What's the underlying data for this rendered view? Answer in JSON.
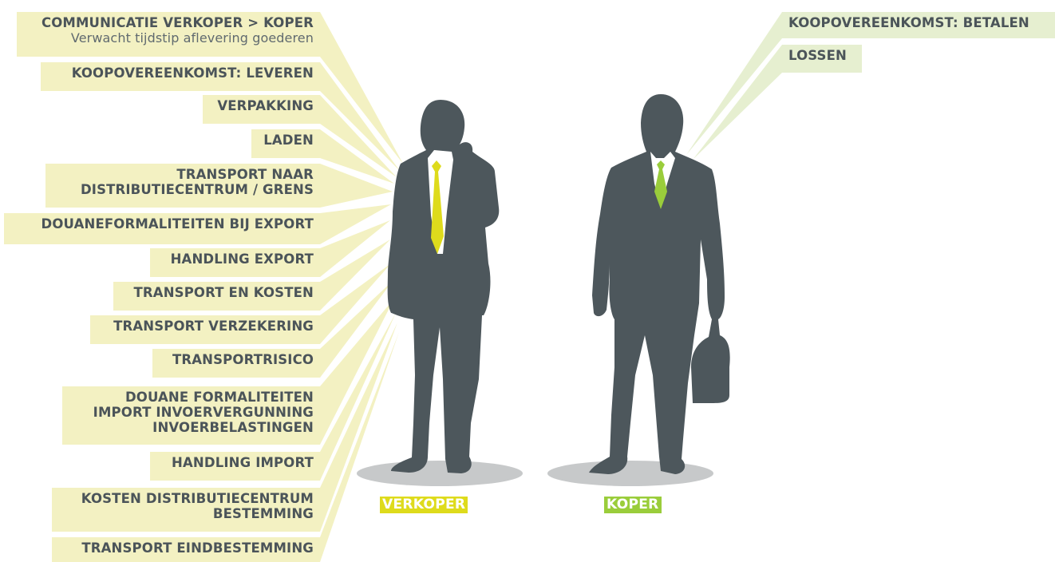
{
  "colors": {
    "seller_accent": "#dedb1c",
    "buyer_accent": "#9acd3b",
    "seller_label_bg": "#f3f1c2",
    "buyer_label_bg": "#e6efd0",
    "silhouette": "#4d575c",
    "label_text": "#4b5459"
  },
  "seller": {
    "caption": "VERKOPER",
    "tasks": [
      {
        "lines": [
          "COMMUNICATIE VERKOPER > KOPER"
        ],
        "sub": "Verwacht tijdstip aflevering goederen"
      },
      {
        "lines": [
          "KOOPOVEREENKOMST: LEVEREN"
        ]
      },
      {
        "lines": [
          "VERPAKKING"
        ]
      },
      {
        "lines": [
          "LADEN"
        ]
      },
      {
        "lines": [
          "TRANSPORT NAAR",
          "DISTRIBUTIECENTRUM / GRENS"
        ]
      },
      {
        "lines": [
          "DOUANEFORMALITEITEN BIJ EXPORT"
        ]
      },
      {
        "lines": [
          "HANDLING EXPORT"
        ]
      },
      {
        "lines": [
          "TRANSPORT EN KOSTEN"
        ]
      },
      {
        "lines": [
          "TRANSPORT VERZEKERING"
        ]
      },
      {
        "lines": [
          "TRANSPORTRISICO"
        ]
      },
      {
        "lines": [
          "DOUANE FORMALITEITEN",
          "IMPORT INVOERVERGUNNING",
          "INVOERBELASTINGEN"
        ]
      },
      {
        "lines": [
          "HANDLING IMPORT"
        ]
      },
      {
        "lines": [
          "KOSTEN DISTRIBUTIECENTRUM",
          "BESTEMMING"
        ]
      },
      {
        "lines": [
          "TRANSPORT EINDBESTEMMING"
        ]
      }
    ]
  },
  "buyer": {
    "caption": "KOPER",
    "tasks": [
      {
        "lines": [
          "KOOPOVEREENKOMST: BETALEN"
        ]
      },
      {
        "lines": [
          "LOSSEN"
        ]
      }
    ]
  }
}
